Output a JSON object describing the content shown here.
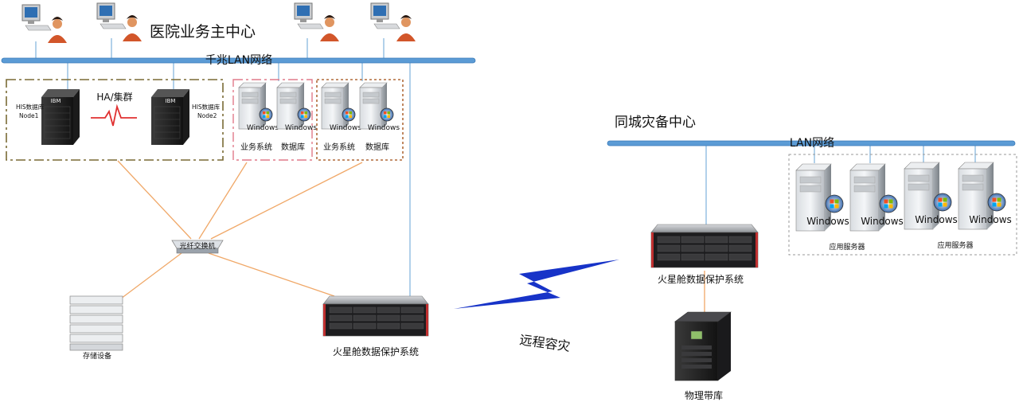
{
  "main_center": {
    "title": "医院业务主中心",
    "lan_label": "千兆LAN网络",
    "ha_label": "HA/集群",
    "node1": {
      "brand": "IBM",
      "label_line1": "HIS数据库",
      "label_line2": "Node1"
    },
    "node2": {
      "brand": "IBM",
      "label_line1": "HIS数据库",
      "label_line2": "Node2"
    },
    "group_red": {
      "label_a": "业务系统",
      "label_b": "数据库"
    },
    "group_brown": {
      "label_a": "业务系统",
      "label_b": "数据库"
    },
    "server_os_label": "Windows",
    "switch_label": "光纤交换机",
    "storage_label": "存储设备",
    "protect_label": "火星舱数据保护系统"
  },
  "link_label": "远程容灾",
  "dr_center": {
    "title": "同城灾备中心",
    "lan_label": "LAN网络",
    "server_os_label": "Windows",
    "app_label_1": "应用服务器",
    "app_label_2": "应用服务器",
    "protect_label": "火星舱数据保护系统",
    "tape_label": "物理带库"
  },
  "colors": {
    "lan_bar": "#5b9bd5",
    "lan_line": "#7fb2dc",
    "san_line": "#f0a868",
    "lightning": "#1733c8",
    "ha_pulse": "#e03030",
    "box_olive": "#7a6a35",
    "box_pink": "#e07a8a",
    "box_brown": "#b06a3a",
    "box_gray": "#9a9a9a"
  }
}
